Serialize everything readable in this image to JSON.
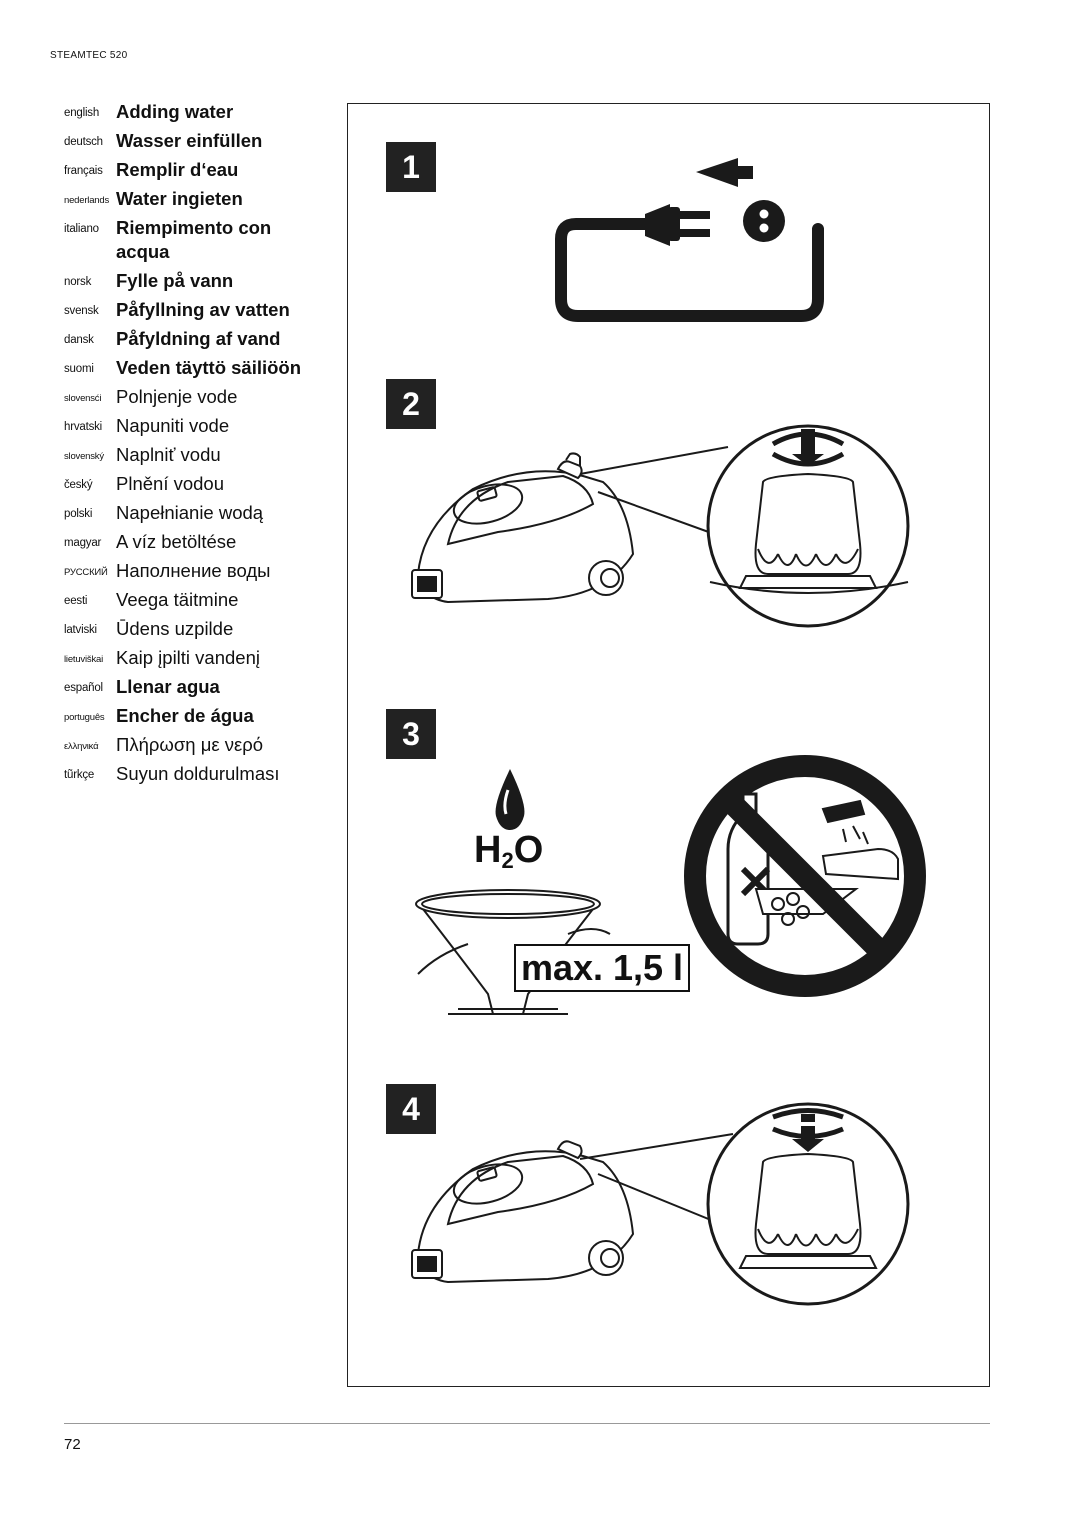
{
  "header": {
    "model": "STEAMTEC 520"
  },
  "languages": [
    {
      "code": "english",
      "title": "Adding water"
    },
    {
      "code": "deutsch",
      "title": "Wasser einfüllen"
    },
    {
      "code": "français",
      "title": "Remplir d‘eau"
    },
    {
      "code": "nederlands",
      "title": "Water ingieten"
    },
    {
      "code": "italiano",
      "title": "Riempimento con acqua"
    },
    {
      "code": "norsk",
      "title": "Fylle på vann"
    },
    {
      "code": "svensk",
      "title": "Påfyllning av vatten"
    },
    {
      "code": "dansk",
      "title": "Påfyldning af vand"
    },
    {
      "code": "suomi",
      "title": "Veden täyttö säiliöön"
    },
    {
      "code": "slovensći",
      "title": "Polnjenje vode"
    },
    {
      "code": "hrvatski",
      "title": "Napuniti vode"
    },
    {
      "code": "slovenský",
      "title": "Naplniť vodu"
    },
    {
      "code": "český",
      "title": "Plnění vodou"
    },
    {
      "code": "polski",
      "title": "Napełnianie wodą"
    },
    {
      "code": "magyar",
      "title": "A víz betöltése"
    },
    {
      "code": "РУССКИЙ",
      "title": "Наполнение воды"
    },
    {
      "code": "eesti",
      "title": "Veega täitmine"
    },
    {
      "code": "latviski",
      "title": "Ūdens uzpilde"
    },
    {
      "code": "lietuviškai",
      "title": "Kaip įpilti vandenį"
    },
    {
      "code": "español",
      "title": "Llenar agua"
    },
    {
      "code": "português",
      "title": "Encher de água"
    },
    {
      "code": "ελληνικά",
      "title": "Πλήρωση με νερό"
    },
    {
      "code": "tũrkçe",
      "title": "Suyun doldurulması"
    }
  ],
  "steps": [
    {
      "number": "1"
    },
    {
      "number": "2"
    },
    {
      "number": "3"
    },
    {
      "number": "4"
    }
  ],
  "step3": {
    "h2o_main": "H",
    "h2o_sub": "2",
    "h2o_end": "O",
    "max_label": "max. 1,5 l"
  },
  "footer": {
    "page_number": "72"
  }
}
